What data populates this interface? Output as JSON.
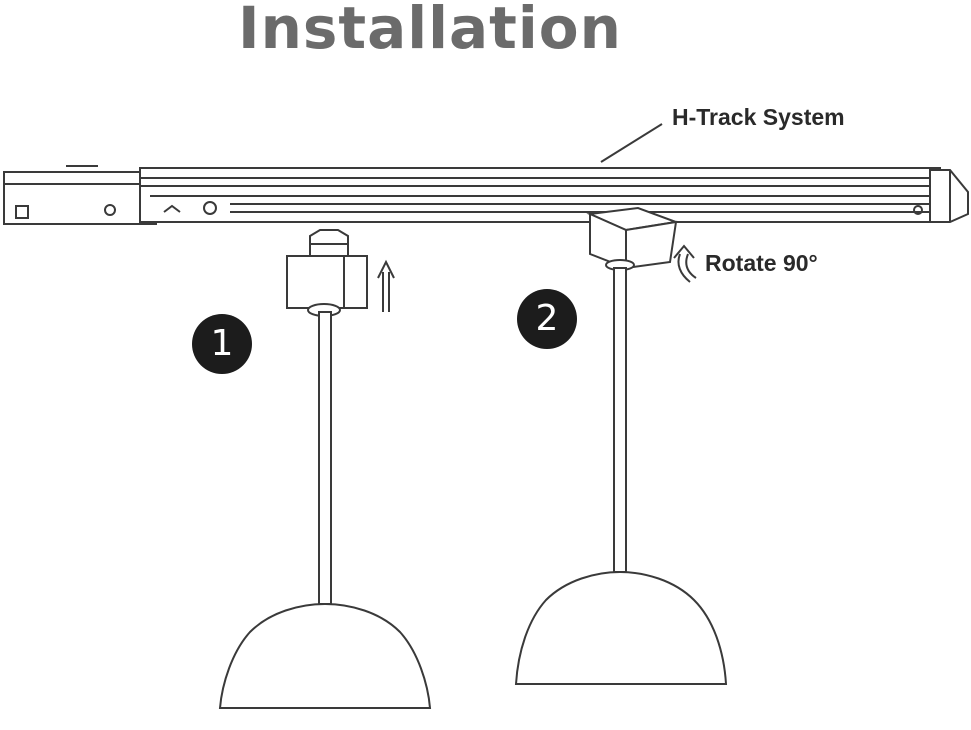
{
  "title": "Installation",
  "labels": {
    "track_system": "H-Track System",
    "rotate": "Rotate 90°"
  },
  "steps": [
    "1",
    "2"
  ],
  "colors": {
    "title": "#6b6b6b",
    "line": "#3a3a3a",
    "step_badge": "#1c1c1c"
  }
}
